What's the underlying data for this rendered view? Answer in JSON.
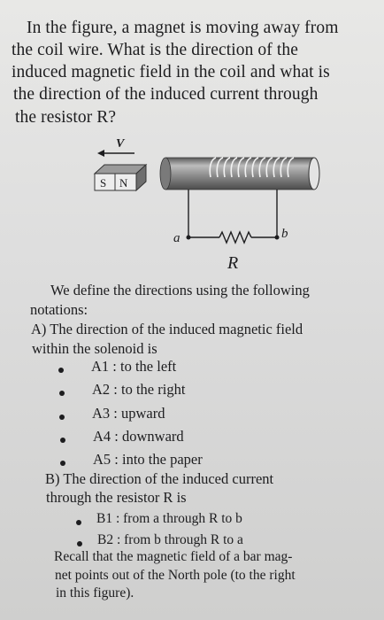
{
  "question": {
    "lines": [
      "In the figure, a magnet is moving away from",
      "the coil wire.  What is the direction of the",
      "induced magnetic field in the coil and what is",
      "the direction of the induced current through",
      "the resistor R?"
    ]
  },
  "figure": {
    "velocity_label": "V",
    "magnet_s": "S",
    "magnet_n": "N",
    "point_a": "a",
    "point_b": "b",
    "resistor_label": "R"
  },
  "notation": {
    "intro_1": "We define the directions using the following",
    "intro_2": "notations:",
    "part_a_1": "A) The direction of the induced magnetic field",
    "part_a_2": "within the solenoid is",
    "options_a": [
      "A1 :  to the left",
      "A2 :  to the right",
      "A3 :  upward",
      "A4 :  downward",
      "A5 :  into the paper"
    ],
    "part_b_1": "B)  The  direction  of  the  induced  current",
    "part_b_2": "through the resistor R is",
    "options_b": [
      "B1 :  from a through R to b",
      "B2 :  from b through R to a"
    ],
    "recall": [
      "Recall that the magnetic field of a bar mag-",
      "net points out of the North pole (to the right",
      "in this figure)."
    ]
  }
}
